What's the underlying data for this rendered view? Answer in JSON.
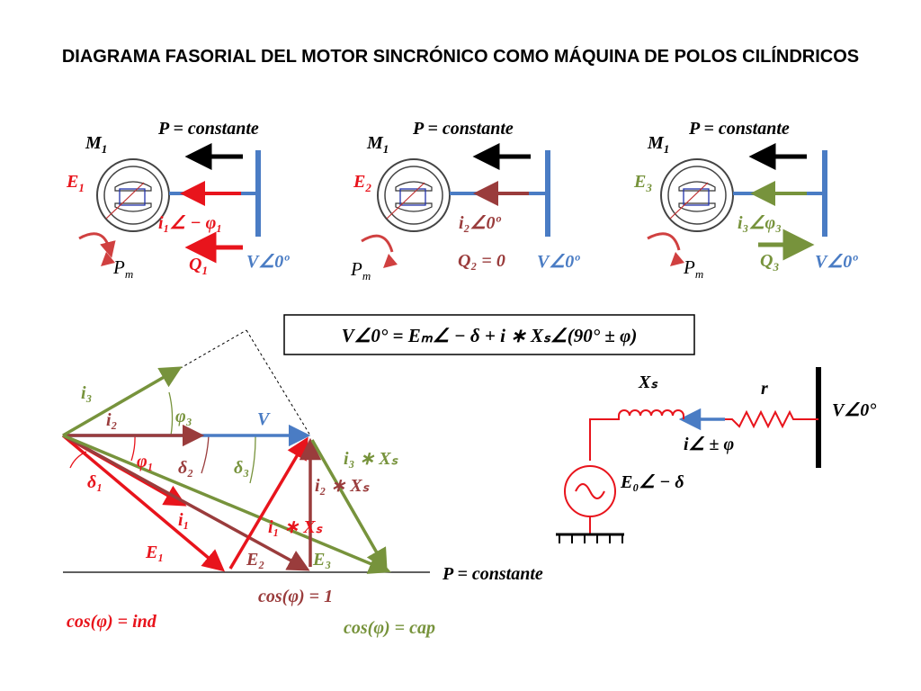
{
  "title": "DIAGRAMA FASORIAL DEL MOTOR SINCRÓNICO COMO MÁQUINA DE POLOS CILÍNDRICOS",
  "colors": {
    "red": "#e8141c",
    "brown": "#9a3c3c",
    "green": "#77933c",
    "blue": "#4a7cc4",
    "black": "#000000"
  },
  "motors": [
    {
      "machine": "M",
      "machine_sub": "1",
      "power": "P = constante",
      "emf": "E",
      "emf_sub": "1",
      "current": "i₁∠ − φ₁",
      "reactive": "Q",
      "reactive_sub": "1",
      "voltage": "V∠0º",
      "mech": "P",
      "mech_sub": "m"
    },
    {
      "machine": "M",
      "machine_sub": "1",
      "power": "P = constante",
      "emf": "E",
      "emf_sub": "2",
      "current": "i₂∠0º",
      "reactive": "Q₂ = 0",
      "voltage": "V∠0º",
      "mech": "P",
      "mech_sub": "m"
    },
    {
      "machine": "M",
      "machine_sub": "1",
      "power": "P = constante",
      "emf": "E",
      "emf_sub": "3",
      "current": "i₃∠φ₃",
      "reactive": "Q",
      "reactive_sub": "3",
      "voltage": "V∠0º",
      "mech": "P",
      "mech_sub": "m"
    }
  ],
  "equation": "V∠0° = Eₘ∠ − δ + i ∗ Xₛ∠(90° ± φ)",
  "phasor": {
    "i3": "i₃",
    "phi3": "φ₃",
    "V": "V",
    "i2": "i₂",
    "phi1": "φ₁",
    "delta2": "δ₂",
    "delta3": "δ₃",
    "delta1": "δ₁",
    "i1": "i₁",
    "E1": "E₁",
    "E2": "E₂",
    "E3": "E₃",
    "i1Xs": "i₁ ∗ Xₛ",
    "i2Xs": "i₂ ∗ Xₛ",
    "i3Xs": "i₃ ∗ Xₛ",
    "p_const": "P = constante",
    "cos_ind": "cos(φ) = ind",
    "cos_one": "cos(φ) = 1",
    "cos_cap": "cos(φ) = cap"
  },
  "circuit": {
    "Xs": "Xₛ",
    "r": "r",
    "V": "V∠0°",
    "current": "i∠ ± φ",
    "E0": "E₀∠ − δ"
  }
}
